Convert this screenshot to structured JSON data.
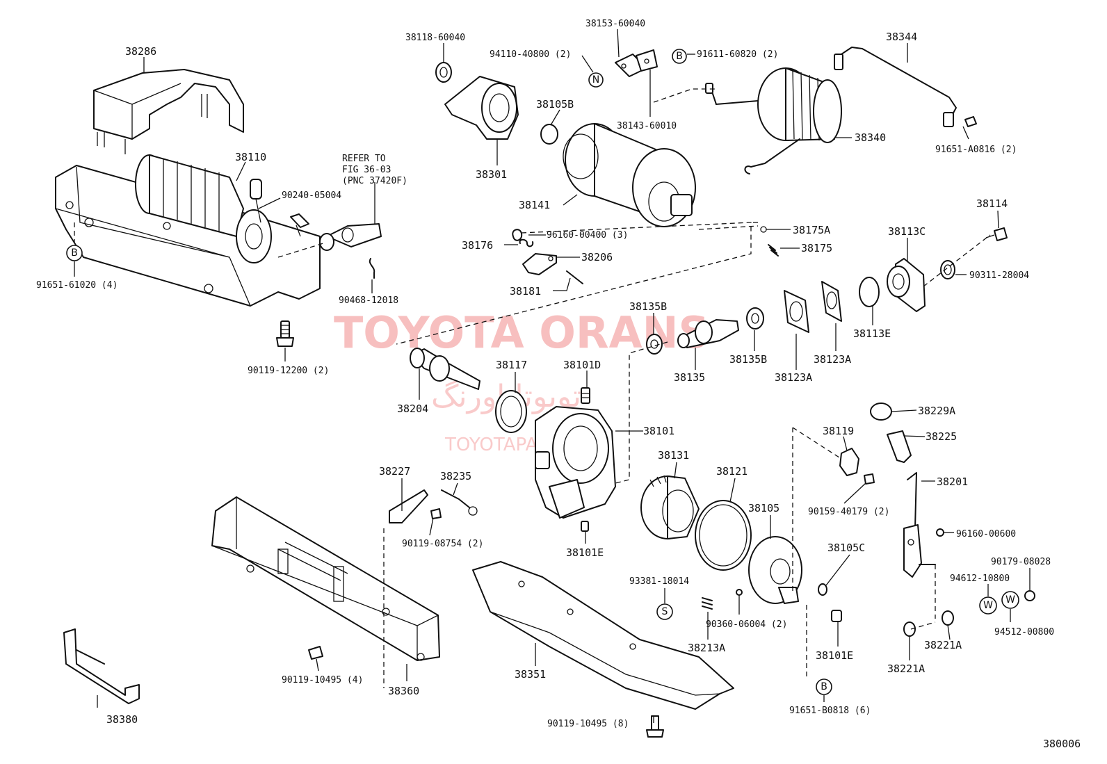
{
  "watermark": {
    "main": "TOYOTA ORANS",
    "farsi": "تویوتا اورنگ",
    "site": "TOYOTAPART.IR"
  },
  "diagram_code": "380006",
  "refer_note": {
    "line1": "REFER TO",
    "line2": "FIG 36-03",
    "line3": "(PNC 37420F)"
  },
  "badges": {
    "B": "B",
    "N": "N",
    "S": "S",
    "W": "W"
  },
  "labels": {
    "p38286": "38286",
    "p38110": "38110",
    "p90240": "90240-05004",
    "p91651_61020": "91651-61020 (4)",
    "p90468": "90468-12018",
    "p90119_12200": "90119-12200 (2)",
    "p38118": "38118-60040",
    "p94110": "94110-40800 (2)",
    "p38153": "38153-60040",
    "p91611": "91611-60820 (2)",
    "p38344": "38344",
    "p38105B": "38105B",
    "p38143": "38143-60010",
    "p38340": "38340",
    "p91651_A0816": "91651-A0816 (2)",
    "p38301": "38301",
    "p38141": "38141",
    "p38114": "38114",
    "p38175A": "38175A",
    "p38175": "38175",
    "p38113C": "38113C",
    "p96160_00400": "96160-00400 (3)",
    "p38176": "38176",
    "p38206": "38206",
    "p90311": "90311-28004",
    "p38181": "38181",
    "p38135B_top": "38135B",
    "p38113E": "38113E",
    "p38135": "38135",
    "p38135B_bot": "38135B",
    "p38123A_right": "38123A",
    "p38123A_left": "38123A",
    "p38117": "38117",
    "p38101D": "38101D",
    "p38204": "38204",
    "p38229A": "38229A",
    "p38101": "38101",
    "p38119": "38119",
    "p38225": "38225",
    "p38227": "38227",
    "p38235": "38235",
    "p38131": "38131",
    "p38121": "38121",
    "p38201": "38201",
    "p90159": "90159-40179 (2)",
    "p38105": "38105",
    "p90119_08754": "90119-08754 (2)",
    "p96160_00600": "96160-00600",
    "p38101E_mid": "38101E",
    "p38105C": "38105C",
    "p90179": "90179-08028",
    "p94612": "94612-10800",
    "p93381": "93381-18014",
    "p90360": "90360-06004 (2)",
    "p94512": "94512-00800",
    "p38213A": "38213A",
    "p38101E_bot": "38101E",
    "p38221A_right": "38221A",
    "p38221A_left": "38221A",
    "p90119_10495_4": "90119-10495 (4)",
    "p38360": "38360",
    "p38351": "38351",
    "p91651_B0818": "91651-B0818 (6)",
    "p38380": "38380",
    "p90119_10495_8": "90119-10495 (8)"
  }
}
